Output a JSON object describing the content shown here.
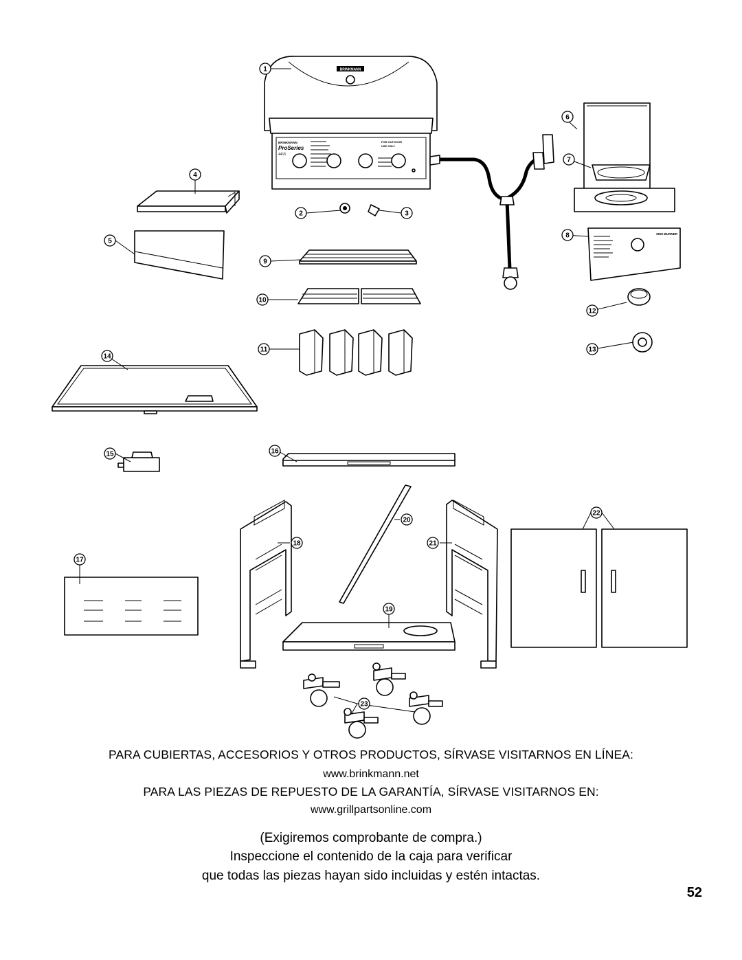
{
  "callouts": [
    "1",
    "2",
    "3",
    "4",
    "5",
    "6",
    "7",
    "8",
    "9",
    "10",
    "11",
    "12",
    "13",
    "14",
    "15",
    "16",
    "17",
    "18",
    "19",
    "20",
    "21",
    "22",
    "23"
  ],
  "grill_labels": {
    "brand_plate": "BRINKMANN",
    "brand": "BRINKMANN",
    "series": "ProSeries",
    "model": "4415",
    "outdoor": "FOR OUTDOOR",
    "use_only": "USE ONLY"
  },
  "side_burner_label": "SIDE BURNER",
  "footer": {
    "line1": "PARA CUBIERTAS, ACCESORIOS Y OTROS PRODUCTOS, SÍRVASE VISITARNOS EN LÍNEA:",
    "url1": "www.brinkmann.net",
    "line2": "PARA LAS PIEZAS DE REPUESTO DE LA GARANTÍA, SÍRVASE VISITARNOS EN:",
    "url2": "www.grillpartsonline.com",
    "note1": "(Exigiremos comprobante de compra.)",
    "note2": "Inspeccione el contenido de la caja para verificar",
    "note3": "que todas las piezas hayan sido incluidas y estén intactas."
  },
  "page_number": "52"
}
